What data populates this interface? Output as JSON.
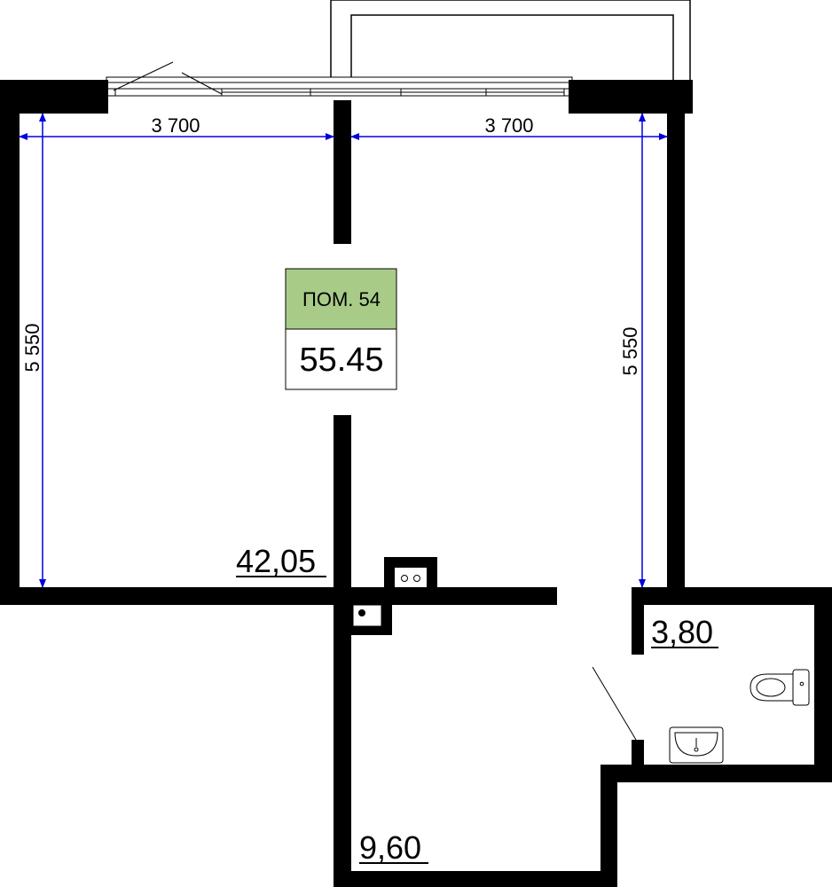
{
  "unit": {
    "label": "ПОМ. 54",
    "total_area": "55.45",
    "label_color": "#a8cc88"
  },
  "dimensions": {
    "top_left": "3 700",
    "top_right": "3 700",
    "left": "5 550",
    "right": "5 550",
    "arrow_color": "#0000dd"
  },
  "rooms": [
    {
      "id": "living",
      "area": "42,05"
    },
    {
      "id": "bathroom",
      "area": "3,80"
    },
    {
      "id": "hall",
      "area": "9,60"
    }
  ]
}
